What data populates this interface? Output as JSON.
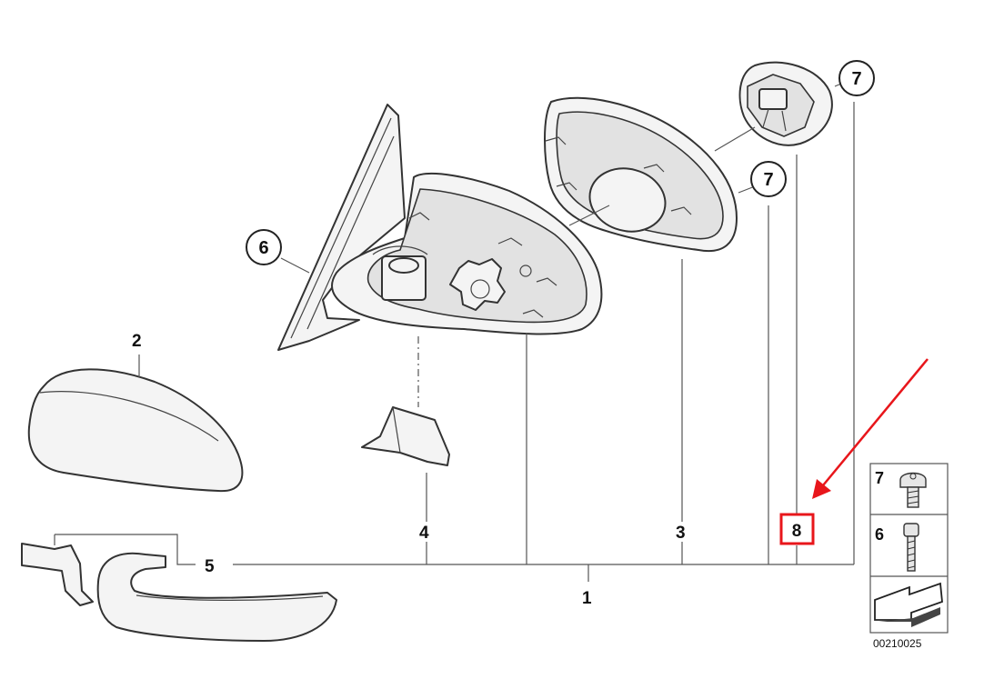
{
  "callouts": {
    "c1": "1",
    "c2": "2",
    "c3": "3",
    "c4": "4",
    "c5": "5",
    "c6": "6",
    "c7a": "7",
    "c7b": "7",
    "c8": "8"
  },
  "legend": {
    "item7": "7",
    "item6": "6"
  },
  "diagram_code": "00210025",
  "colors": {
    "highlight": "#e8161b",
    "arrow": "#e8161b"
  }
}
